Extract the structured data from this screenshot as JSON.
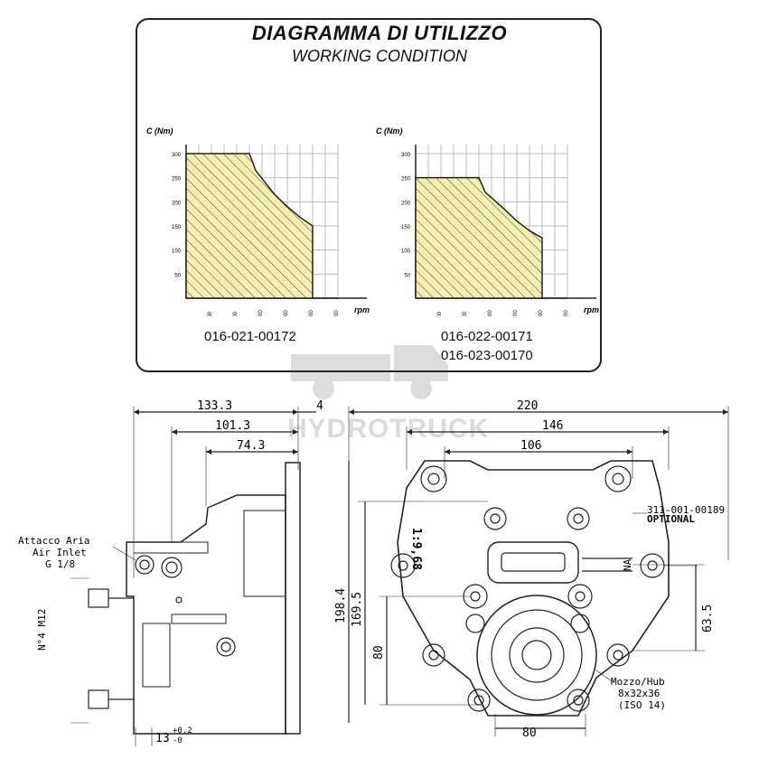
{
  "header": {
    "title": "DIAGRAMMA DI UTILIZZO",
    "subtitle": "WORKING CONDITION"
  },
  "chart_data": [
    {
      "type": "area",
      "ylabel": "C (Nm)",
      "xlabel": "rpm",
      "x_ticks": [
        "400",
        "800",
        "1200",
        "1600",
        "2000",
        "2400"
      ],
      "y_ticks": [
        "50",
        "100",
        "150",
        "200",
        "250",
        "300"
      ],
      "xlim": [
        0,
        2800
      ],
      "ylim": [
        0,
        300
      ],
      "x": [
        0,
        1000,
        1100,
        1400,
        1600,
        1800,
        2000,
        2000
      ],
      "y": [
        300,
        300,
        265,
        215,
        190,
        168,
        150,
        0
      ],
      "caption": [
        "016-021-00172"
      ]
    },
    {
      "type": "area",
      "ylabel": "C (Nm)",
      "xlabel": "rpm",
      "x_ticks": [
        "400",
        "800",
        "1200",
        "1600",
        "2000",
        "2400"
      ],
      "y_ticks": [
        "50",
        "100",
        "150",
        "200",
        "250",
        "300"
      ],
      "xlim": [
        0,
        2800
      ],
      "ylim": [
        0,
        300
      ],
      "x": [
        0,
        1000,
        1100,
        1400,
        1600,
        1800,
        2000,
        2000
      ],
      "y": [
        250,
        250,
        220,
        185,
        160,
        140,
        125,
        0
      ],
      "caption": [
        "016-022-00171",
        "016-023-00170"
      ]
    }
  ],
  "watermark": "HYDROTRUCK",
  "drawing": {
    "side_dims": [
      "133.3",
      "4",
      "101.3",
      "74.3"
    ],
    "air_inlet": [
      "Attacco Aria",
      "Air Inlet",
      "G 1/8"
    ],
    "bolts": "N°4 M12",
    "bottom_dim": "13",
    "tol_upper": "+0.2",
    "tol_lower": "-0",
    "front_dims": [
      "220",
      "146",
      "106"
    ],
    "ratio": "1:9,68",
    "optional_code": "311-001-00189",
    "optional": "OPTIONAL",
    "na": "NA",
    "vertical_dims": [
      "198.4",
      "169.5",
      "80",
      "63.5"
    ],
    "bottom_front_dim": "80",
    "hub": [
      "Mozzo/Hub",
      "8x32x36",
      "(ISO 14)"
    ]
  }
}
